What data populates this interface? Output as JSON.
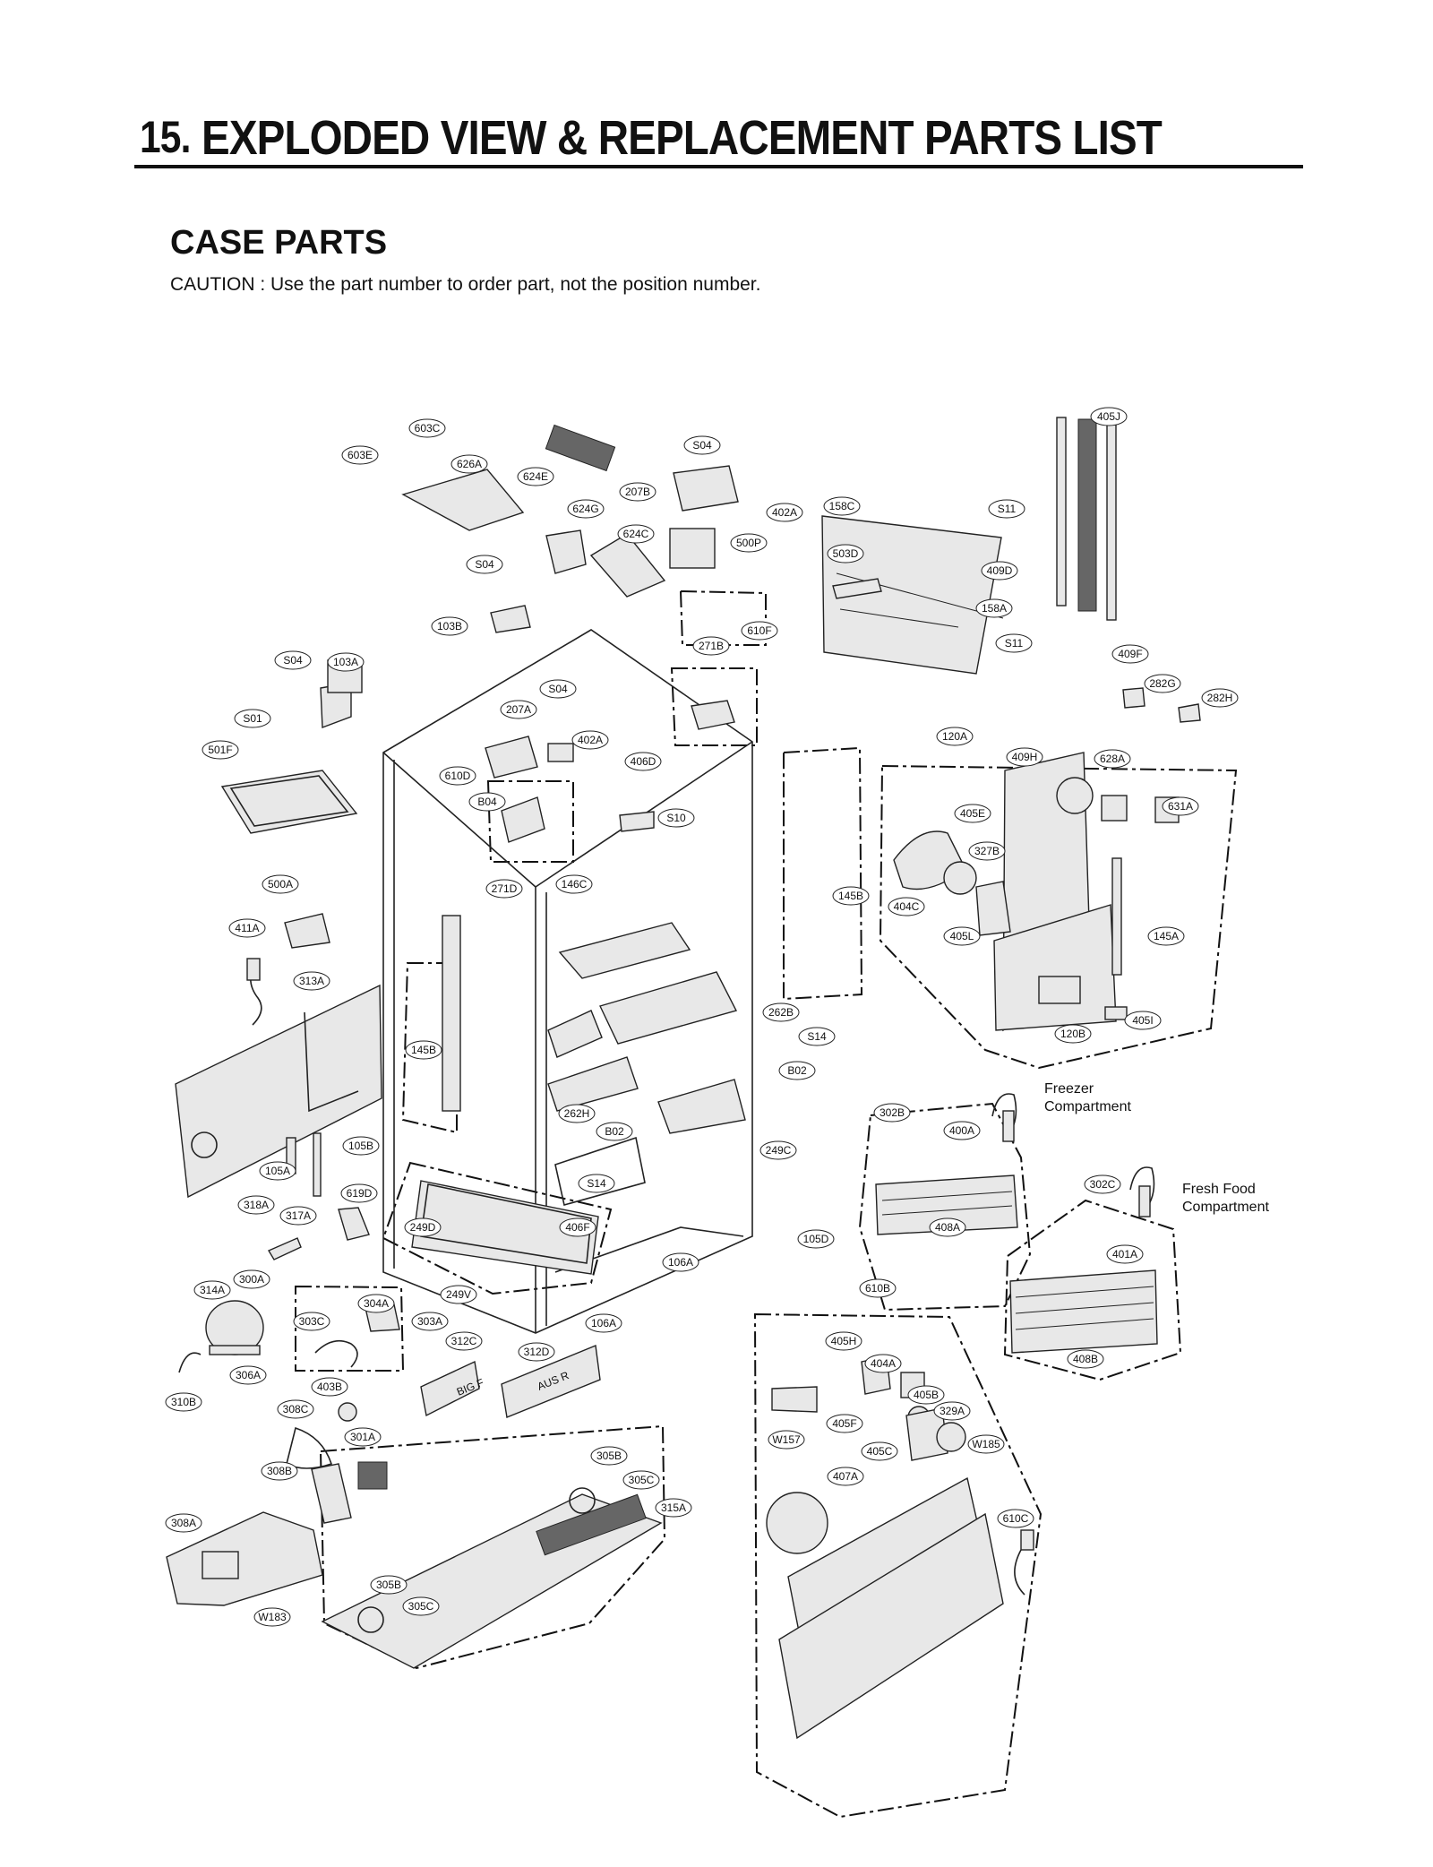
{
  "section": {
    "number": "15.",
    "title": "EXPLODED VIEW & REPLACEMENT PARTS LIST"
  },
  "subtitle": "CASE PARTS",
  "caution": "CAUTION : Use the part number to order part, not the position number.",
  "compartments": {
    "freezer_line1": "Freezer",
    "freezer_line2": "Compartment",
    "fresh_line1": "Fresh Food",
    "fresh_line2": "Compartment"
  },
  "callouts": [
    "603C",
    "603E",
    "626A",
    "624E",
    "S04",
    "207B",
    "402A",
    "624G",
    "624C",
    "500P",
    "158C",
    "S11",
    "405J",
    "503D",
    "409D",
    "158A",
    "S11",
    "409F",
    "610F",
    "S04",
    "103B",
    "271B",
    "S04",
    "103A",
    "S04",
    "207A",
    "402A",
    "S01",
    "501F",
    "610D",
    "406D",
    "B04",
    "S10",
    "282G",
    "282H",
    "120A",
    "409H",
    "628A",
    "631A",
    "405E",
    "327B",
    "271D",
    "146C",
    "145B",
    "404C",
    "405L",
    "145A",
    "500A",
    "411A",
    "313A",
    "262B",
    "S14",
    "B02",
    "120B",
    "405I",
    "145B",
    "302B",
    "400A",
    "262H",
    "B02",
    "249C",
    "105B",
    "105A",
    "S14",
    "302C",
    "619D",
    "318A",
    "317A",
    "249D",
    "406F",
    "408A",
    "105D",
    "106A",
    "401A",
    "314A",
    "300A",
    "304A",
    "249V",
    "610B",
    "303C",
    "303A",
    "106A",
    "312C",
    "312D",
    "405H",
    "404A",
    "306A",
    "403B",
    "408B",
    "310B",
    "308C",
    "405B",
    "329A",
    "301A",
    "405F",
    "405C",
    "W157",
    "W185",
    "305B",
    "308B",
    "305C",
    "407A",
    "315A",
    "308A",
    "610C",
    "305B",
    "305C",
    "W183"
  ],
  "parts_text": {
    "shelf_312C": "BIG F",
    "shelf_312D": "AUS R"
  }
}
